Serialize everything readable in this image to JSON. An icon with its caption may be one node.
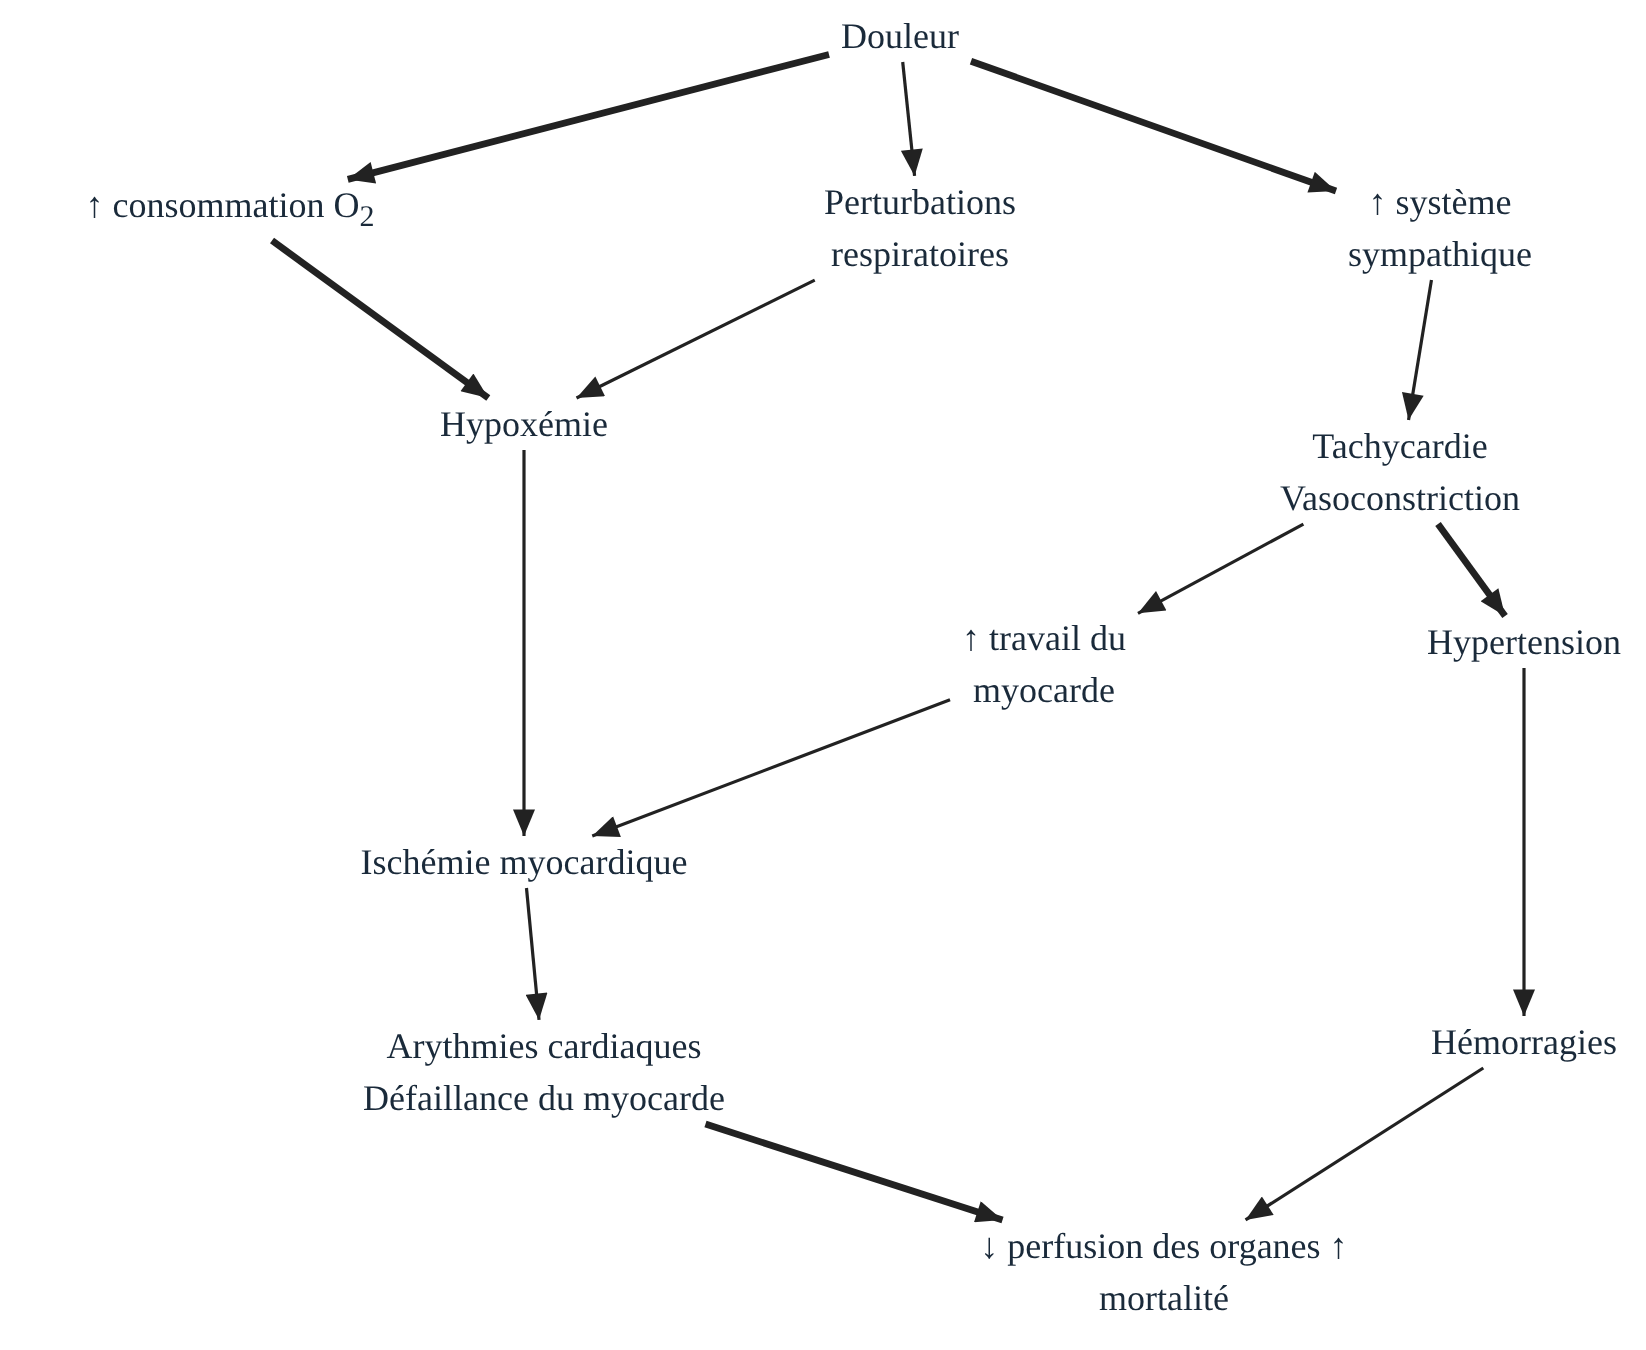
{
  "diagram": {
    "nodes": [
      {
        "text": [
          "Douleur"
        ]
      },
      {
        "text": [
          "↑ consommation O$_{2}$"
        ]
      },
      {
        "text": [
          "Perturbations respiratoires"
        ]
      },
      {
        "text": [
          "↑ système sympathique"
        ]
      },
      {
        "text": [
          "Hypoxémie"
        ]
      },
      {
        "text": [
          "Tachycardie Vasoconstriction"
        ]
      },
      {
        "text": [
          "↑ travail du myocarde"
        ]
      },
      {
        "text": [
          "Hypertension"
        ]
      },
      {
        "text": [
          "Ischémie myocardique"
        ]
      },
      {
        "text": [
          "Arythmies cardiaques Défaillance du myocarde"
        ]
      },
      {
        "text": [
          "Hémorragies"
        ]
      },
      {
        "text": [
          "↓ perfusion des organes ↑ mortalité"
        ]
      }
    ],
    "edges": [
      {
        "from": 0,
        "to": 1,
        "arrow": "to",
        "style": "thick"
      },
      {
        "from": 0,
        "to": 2,
        "arrow": "to"
      },
      {
        "from": 0,
        "to": 3,
        "arrow": "to",
        "style": "thick"
      },
      {
        "from": 1,
        "to": 4,
        "arrow": "to",
        "style": "thick"
      },
      {
        "from": 2,
        "to": 4,
        "arrow": "to"
      },
      {
        "from": 3,
        "to": 5,
        "arrow": "to"
      },
      {
        "from": 4,
        "to": 8,
        "arrow": "to"
      },
      {
        "from": 5,
        "to": 6,
        "arrow": "to"
      },
      {
        "from": 5,
        "to": 7,
        "arrow": "to",
        "style": "thick"
      },
      {
        "from": 6,
        "to": 8,
        "arrow": "to"
      },
      {
        "from": 8,
        "to": 9,
        "arrow": "to"
      },
      {
        "from": 7,
        "to": 10,
        "arrow": "to"
      },
      {
        "from": 9,
        "to": 11,
        "arrow": "to",
        "style": "thick"
      },
      {
        "from": 10,
        "to": 11,
        "arrow": "to"
      }
    ]
  }
}
